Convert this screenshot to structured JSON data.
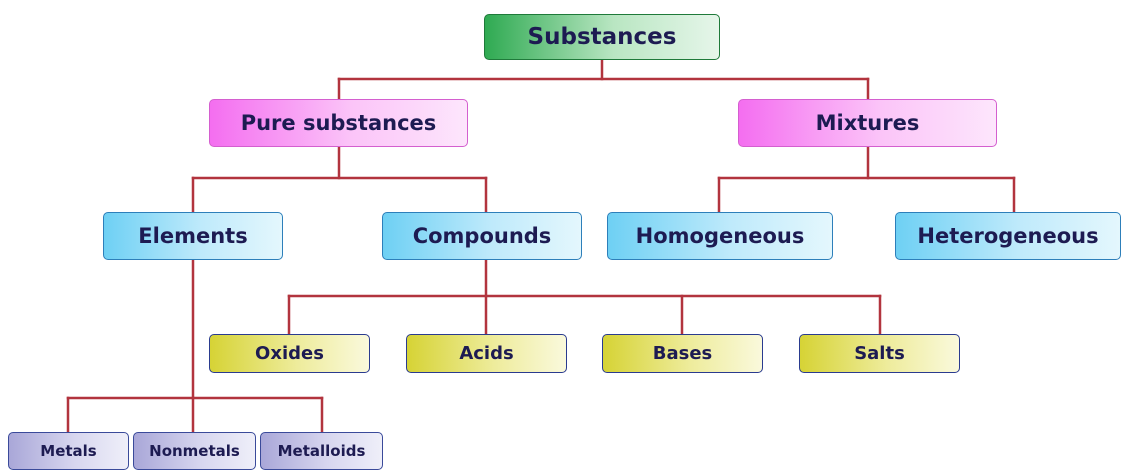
{
  "diagram": {
    "root": {
      "label": "Substances"
    },
    "level1": {
      "pure_substances": "Pure substances",
      "mixtures": "Mixtures"
    },
    "level2": {
      "elements": "Elements",
      "compounds": "Compounds",
      "homogeneous": "Homogeneous",
      "heterogeneous": "Heterogeneous"
    },
    "compound_types": {
      "oxides": "Oxides",
      "acids": "Acids",
      "bases": "Bases",
      "salts": "Salts"
    },
    "element_types": {
      "metals": "Metals",
      "nonmetals": "Nonmetals",
      "metalloids": "Metalloids"
    },
    "colors": {
      "connector": "#b2343e",
      "root": "#2faa52",
      "level1": "#f46ef0",
      "level2": "#6ed0f4",
      "compound_types": "#d6d335",
      "element_types": "#a9a7d8",
      "text": "#1d1b52"
    }
  }
}
